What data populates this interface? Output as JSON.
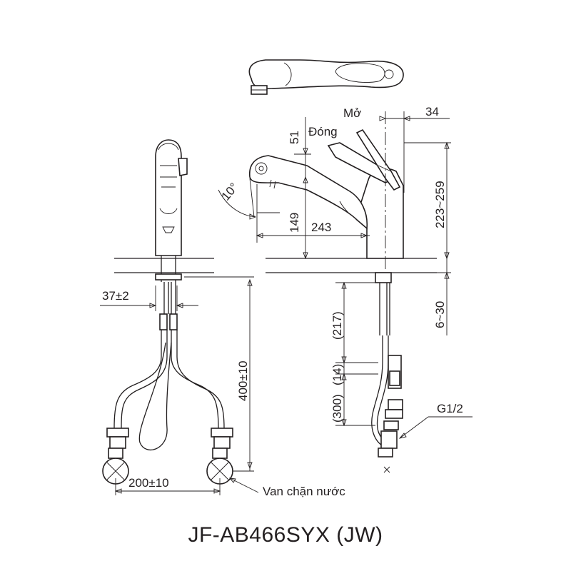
{
  "title": "JF-AB466SYX (JW)",
  "labels": {
    "open": "Mở",
    "close": "Đóng",
    "angle": "10°",
    "valve": "Van chặn nước",
    "thread": "G1/2"
  },
  "dimensions": {
    "handle_offset": "34",
    "lever_height": "51",
    "total_height": "223~259",
    "spout_height": "149",
    "spout_reach": "243",
    "deck_thickness": "6~30",
    "hose_len_a": "(217)",
    "hose_len_b": "(14)",
    "hose_len_c": "(300)",
    "pipe_spacing": "37±2",
    "supply_length": "400±10",
    "valve_spacing": "200±10"
  },
  "colors": {
    "line": "#231f20",
    "background": "#ffffff"
  }
}
